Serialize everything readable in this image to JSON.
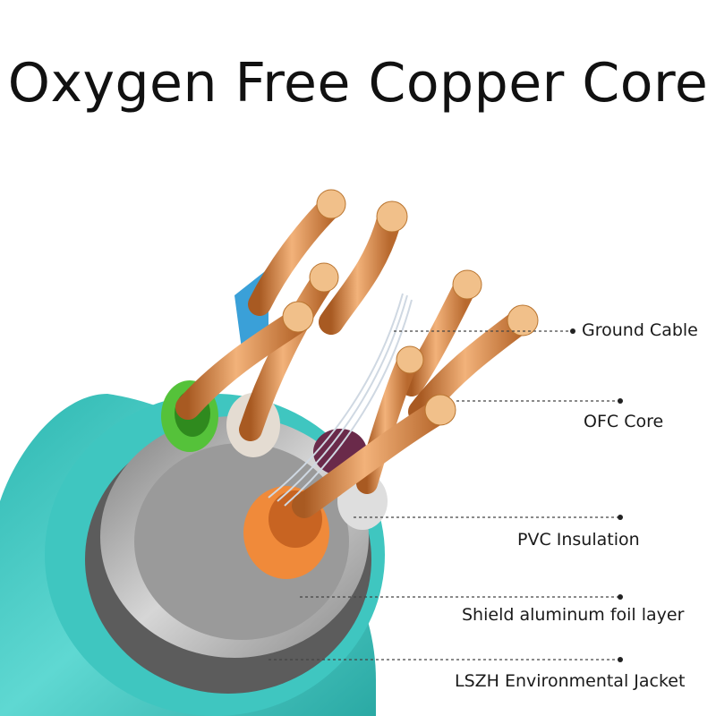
{
  "title": "Oxygen Free Copper Core",
  "labels": {
    "ground_cable": "Ground Cable",
    "ofc_core": "OFC Core",
    "pvc_insulation": "PVC Insulation",
    "shield_foil": "Shield aluminum foil layer",
    "lszh_jacket": "LSZH Environmental Jacket"
  },
  "colors": {
    "jacket": "#3cc9c3",
    "copper": "#d68a4a",
    "blue_wire": "#3aa0d8",
    "green_wire": "#55c23a",
    "orange_wire": "#f08a3a",
    "foil": "#a9a9a9"
  }
}
